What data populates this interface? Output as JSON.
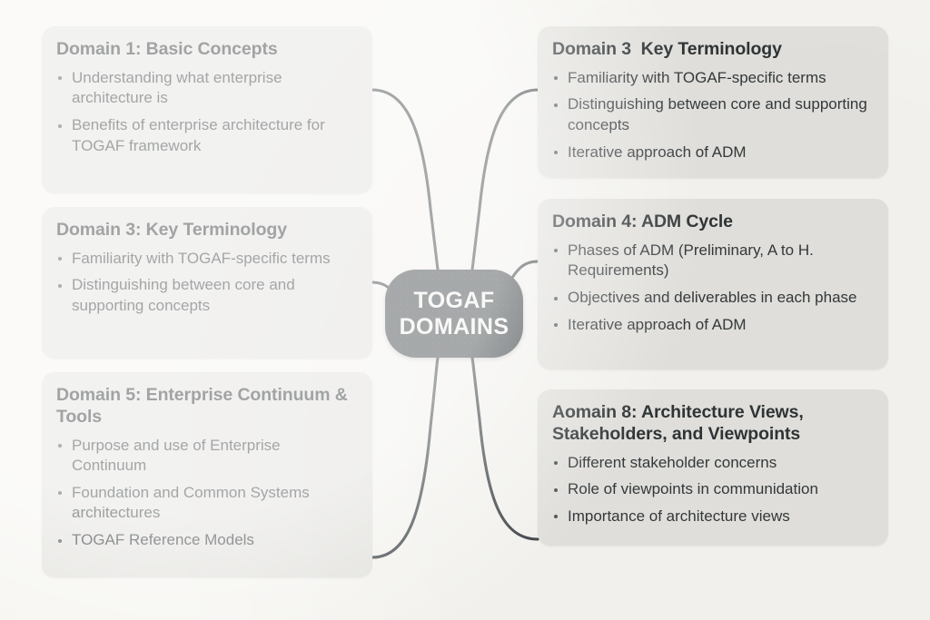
{
  "canvas": {
    "background_color": "#f6f5f1",
    "box_color": "#e3e2de",
    "central_color": "#3c4245",
    "text_color": "#34393b",
    "connector_color": "#3a4043"
  },
  "central": {
    "line1": "TOGAF",
    "line2": "DOMAINS"
  },
  "nodes": [
    {
      "id": "domain-1-basic-concepts",
      "title": "Domain 1: Basic Concepts",
      "bullets": [
        "Understanding what enterprise architecture is",
        "Benefits of enterprise architecture for TOGAF framework"
      ]
    },
    {
      "id": "domain-3-key-terminology-left",
      "title": "Domain 3: Key Terminology",
      "bullets": [
        "Familiarity with TOGAF-specific terms",
        "Distinguishing between core and supporting concepts"
      ]
    },
    {
      "id": "domain-5-enterprise-continuum-tools",
      "title": "Domain 5: Enterprise Continuum & Tools",
      "bullets": [
        "Purpose and use of Enterprise Continuum",
        "Foundation and Common Systems architectures",
        "TOGAF Reference Models"
      ]
    },
    {
      "id": "domain-3-key-terminology-right",
      "title": "Domain 3  Key Terminology",
      "bullets": [
        "Familiarity with TOGAF-specific terms",
        "Distinguishing between core and supporting concepts",
        "Iterative approach of ADM"
      ]
    },
    {
      "id": "domain-4-adm-cycle",
      "title": "Domain 4: ADM Cycle",
      "bullets": [
        "Phases of ADM (Preliminary,  A to H. Requirements)",
        "Objectives and deliverables in each phase",
        "Iterative approach of ADM"
      ]
    },
    {
      "id": "domain-8-architecture-views",
      "title": "Aomain 8: Architecture Views, Stakeholders, and Viewpoints",
      "bullets": [
        "Different stakeholder concerns",
        "Role of viewpoints in communidation",
        "Importance of architecture views"
      ]
    }
  ]
}
